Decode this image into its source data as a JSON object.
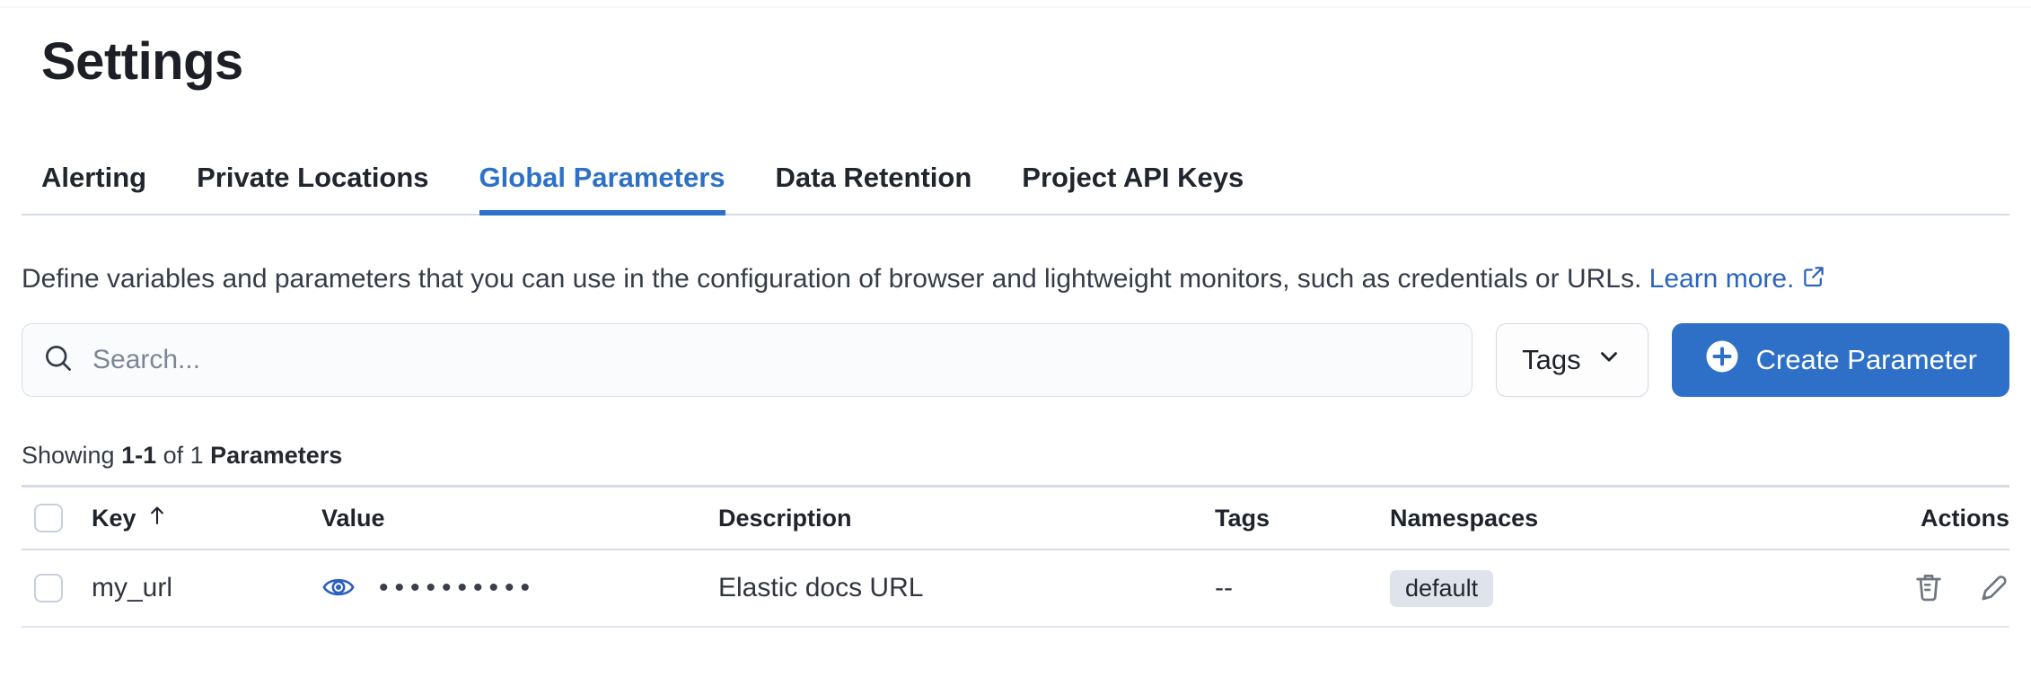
{
  "colors": {
    "primary": "#2e70c8",
    "link": "#2b64bb",
    "text-dark": "#1d222b",
    "text-body": "#363c48",
    "text-subdued": "#7e8696",
    "border-light": "#d5dbe6",
    "row-border": "#e2e7f1",
    "badge-bg": "#dfe3ec",
    "icon-gray": "#70767f",
    "search-bg": "#fafbfd",
    "white": "#ffffff"
  },
  "page": {
    "title": "Settings"
  },
  "tabs": {
    "items": [
      {
        "label": "Alerting",
        "active": false
      },
      {
        "label": "Private Locations",
        "active": false
      },
      {
        "label": "Global Parameters",
        "active": true
      },
      {
        "label": "Data Retention",
        "active": false
      },
      {
        "label": "Project API Keys",
        "active": false
      }
    ]
  },
  "description": {
    "text": "Define variables and parameters that you can use in the configuration of browser and lightweight monitors, such as credentials or URLs.",
    "link_label": "Learn more."
  },
  "toolbar": {
    "search_placeholder": "Search...",
    "tags_button_label": "Tags",
    "create_button_label": "Create Parameter"
  },
  "summary": {
    "prefix": "Showing ",
    "range": "1-1",
    "middle": " of 1 ",
    "entity": "Parameters"
  },
  "table": {
    "columns": {
      "key": "Key",
      "value": "Value",
      "description": "Description",
      "tags": "Tags",
      "namespaces": "Namespaces",
      "actions": "Actions"
    },
    "sort": {
      "column": "Key",
      "direction": "ascending"
    },
    "rows": [
      {
        "key": "my_url",
        "value_masked": "••••••••••",
        "description": "Elastic docs URL",
        "tags": "--",
        "namespace": "default"
      }
    ]
  }
}
